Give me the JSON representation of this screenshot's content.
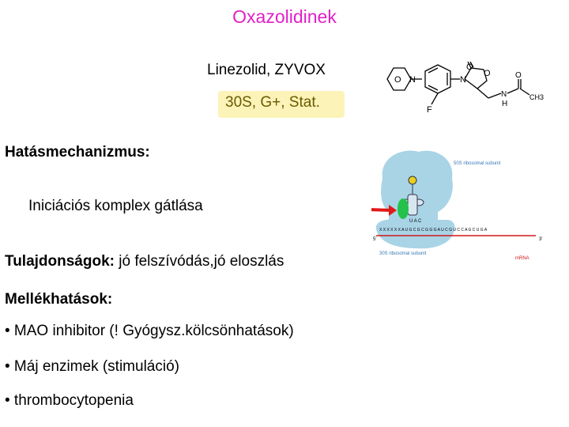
{
  "slide": {
    "title": "Oxazolidinek",
    "drug": "Linezolid, ZYVOX",
    "properties": "30S, G+, Stat.",
    "mechanism_heading": "Hatásmechanizmus:",
    "mechanism_text": "Iniciációs komplex gátlása",
    "properties_label": "Tulajdonságok:",
    "properties_text": " jó felszívódás,jó eloszlás",
    "side_effects_heading": "Mellékhatások:",
    "bullets": [
      "• MAO inhibitor (! Gyógysz.kölcsönhatások)",
      "• Máj enzimek (stimuláció)",
      "• thrombocytopenia"
    ]
  },
  "structure": {
    "atoms": {
      "o1": "O",
      "n1": "N",
      "f": "F",
      "o2": "O",
      "n2": "N",
      "o3": "O",
      "h": "H",
      "ch3": "CH3"
    }
  },
  "ribosome": {
    "label_50s": "50S ribosomal subunit",
    "label_30s": "30S ribosomal subunit",
    "label_mrna": "mRNA",
    "label_5": "5'",
    "label_3": "3'",
    "mrna_sequence": "X X X X X X A U G C G C G G G A U C G U C C A G C U G A",
    "anticodon": "U A C"
  },
  "colors": {
    "title": "#e020c8",
    "highlight": "#fbf3b8",
    "ribosome": "#a8d4e6",
    "arrow": "#e01818",
    "drug_blob": "#22c24a"
  }
}
